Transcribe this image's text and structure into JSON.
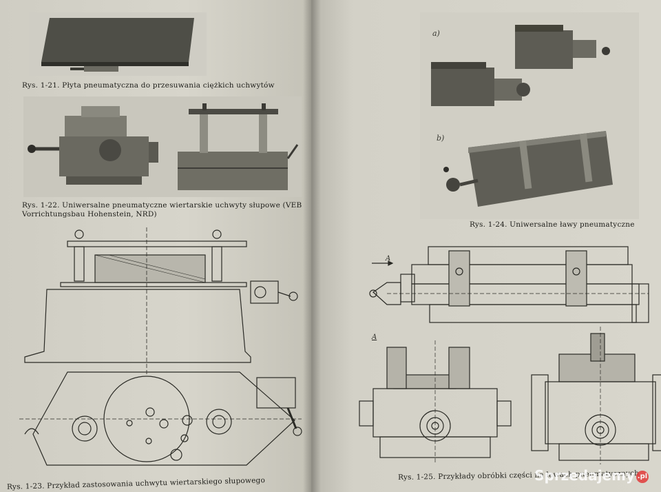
{
  "captions": {
    "fig21": "Rys. 1-21. Płyta pneumatyczna do przesuwania ciężkich uchwytów",
    "fig22": "Rys. 1-22. Uniwersalne pneumatyczne wiertarskie uchwyty słupowe (VEB Vorrichtungsbau Hohenstein, NRD)",
    "fig23": "Rys. 1-23. Przykład zastosowania uchwytu wiertarskiego słupowego",
    "fig24": "Rys. 1-24. Uniwersalne ławy pneumatyczne",
    "fig25": "Rys. 1-25. Przykłady obróbki części na ławach pneumatycznych"
  },
  "labels": {
    "fig24_a": "a)",
    "fig24_b": "b)",
    "fig25_arrow_a": "A",
    "fig25_section_a": "A"
  },
  "watermark": {
    "brand": "Sprzedajemy",
    "tld": ".pl"
  },
  "colors": {
    "paper": "#d7d5cb",
    "ink": "#1e1e1a",
    "photo": "#5a5a52",
    "watermark_badge": "#e23a3a"
  }
}
